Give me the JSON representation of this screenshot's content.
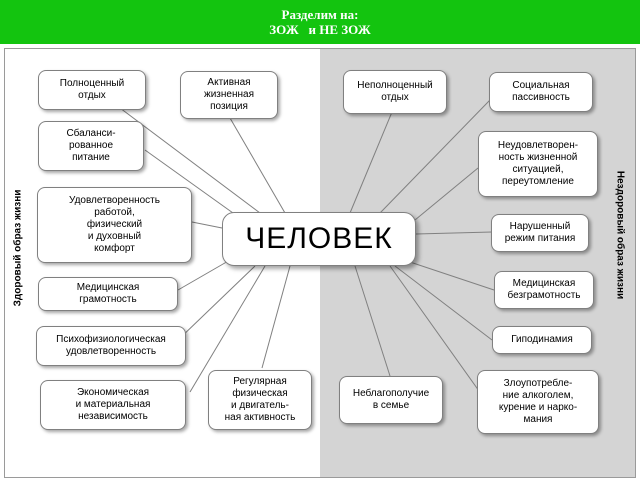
{
  "header": {
    "line1": "Разделим на:",
    "line2": "ЗОЖ   и НЕ ЗОЖ"
  },
  "colors": {
    "header_bg": "#13c40f",
    "right_bg": "#d4d4d4"
  },
  "side_labels": {
    "left": "Здоровый образ жизни",
    "right": "Нездоровый образ жизни"
  },
  "center": "ЧЕЛОВЕК",
  "left_nodes": [
    "Полноценный\nотдых",
    "Активная\nжизненная\nпозиция",
    "Сбаланси-\nрованное\nпитание",
    "Удовлетворенность\nработой,\nфизический\nи духовный\nкомфорт",
    "Медицинская\nграмотность",
    "Психофизиологическая\nудовлетворенность",
    "Экономическая\nи материальная\nнезависимость",
    "Регулярная\nфизическая\nи двигатель-\nная активность"
  ],
  "right_nodes": [
    "Неполноценный\nотдых",
    "Социальная\nпассивность",
    "Неудовлетворен-\nность жизненной\nситуацией,\nпереутомление",
    "Нарушенный\nрежим питания",
    "Медицинская\nбезграмотность",
    "Гиподинамия",
    "Неблагополучие\nв семье",
    "Злоупотребле-\nние алкоголем,\nкурение и нарко-\nмания"
  ]
}
